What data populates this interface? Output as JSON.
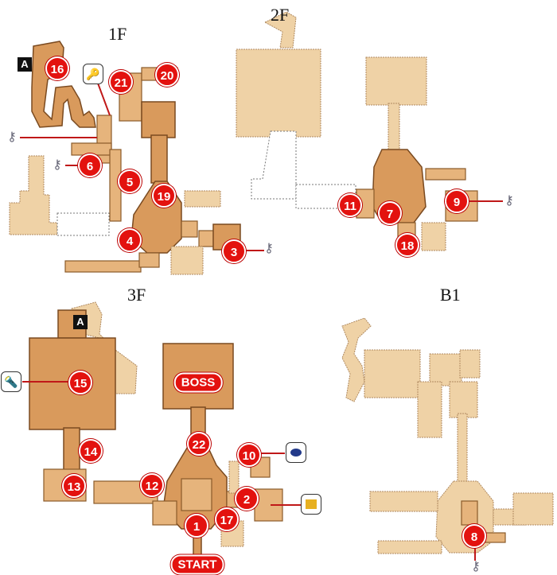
{
  "floors": {
    "f1": "1F",
    "f2": "2F",
    "f3": "3F",
    "b1": "B1"
  },
  "markers": {
    "f1": [
      "16",
      "21",
      "20",
      "6",
      "5",
      "19",
      "4",
      "3"
    ],
    "f2": [
      "11",
      "7",
      "9",
      "18"
    ],
    "f3": [
      "15",
      "14",
      "13",
      "12",
      "22",
      "10",
      "2",
      "17",
      "1"
    ],
    "b1": [
      "8"
    ]
  },
  "labels": {
    "boss": "BOSS",
    "start": "START",
    "warp": "A"
  },
  "icons": {
    "key": "key-icon",
    "item_1f": "key-item-icon",
    "flashlight": "flashlight-icon",
    "orb": "orb-icon",
    "scroll": "scroll-icon"
  },
  "colors": {
    "marker": "#e3120f",
    "room": "#d99a5c",
    "room_light": "#efd2a6"
  }
}
